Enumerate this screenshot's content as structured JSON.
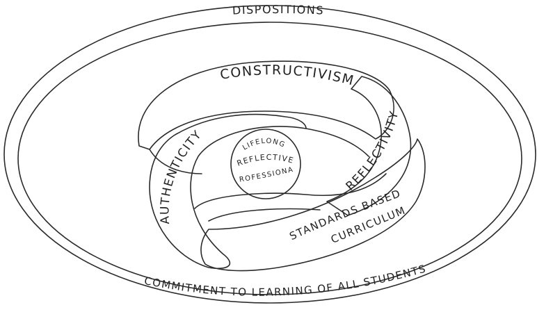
{
  "diagram": {
    "outer_ring": {
      "top_label": "DISPOSITIONS",
      "bottom_label": "COMMITMENT TO LEARNING OF ALL STUDENTS"
    },
    "bands": {
      "constructivism": "CONSTRUCTIVISM",
      "reflectivity": "REFLECTIVITY",
      "authenticity": "AUTHENTICITY",
      "standards_line1": "STANDARDS BASED",
      "standards_line2": "CURRICULUM"
    },
    "center": {
      "line1": "LIFELONG",
      "line2": "REFLECTIVE",
      "line3": "PROFESSIONAL"
    },
    "colors": {
      "ink": "#2a2a2a",
      "band_fill": "#ffffff",
      "shaded_band_fill": "#dcdcd2",
      "background": "#ffffff"
    }
  }
}
